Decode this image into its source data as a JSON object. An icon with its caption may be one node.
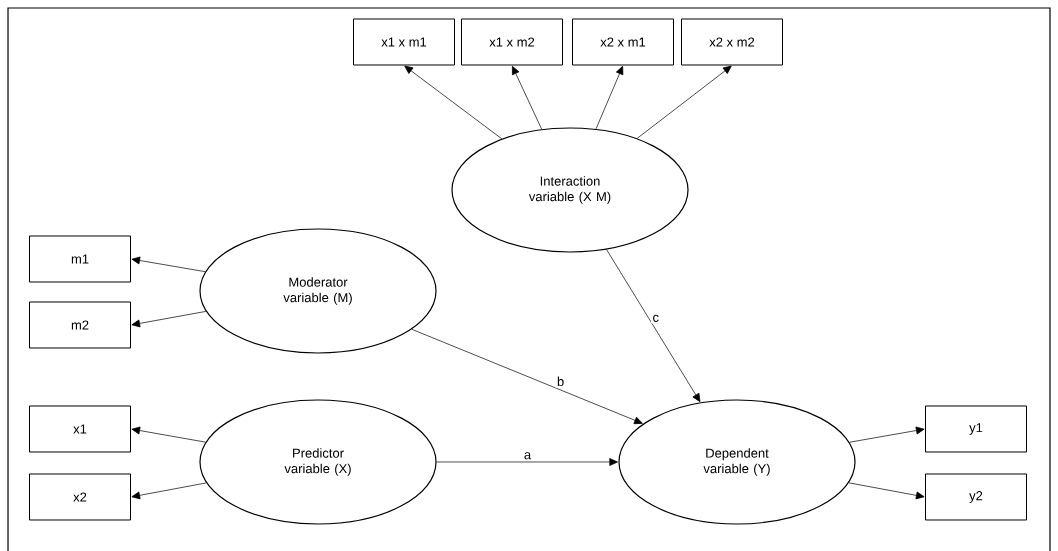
{
  "diagram": {
    "nodes": [
      {
        "text": [
          "x1 x m1"
        ]
      },
      {
        "text": [
          "x1 x m2"
        ]
      },
      {
        "text": [
          "x2 x m1"
        ]
      },
      {
        "text": [
          "x2 x m2"
        ]
      },
      {
        "text": [
          "Interaction variable (X M)"
        ]
      },
      {
        "text": [
          "m1"
        ]
      },
      {
        "text": [
          "Moderator variable (M)"
        ]
      },
      {
        "text": [
          "m2"
        ]
      },
      {
        "text": [
          "x1"
        ]
      },
      {
        "text": [
          "Predictor variable (X)"
        ]
      },
      {
        "text": [
          "x2"
        ]
      },
      {
        "text": [
          "Dependent variable (Y)"
        ]
      },
      {
        "text": [
          "y1"
        ]
      },
      {
        "text": [
          "y2"
        ]
      }
    ],
    "edges": [
      {
        "from": 4,
        "to": 0,
        "arrow": "to"
      },
      {
        "from": 4,
        "to": 1,
        "arrow": "to"
      },
      {
        "from": 4,
        "to": 2,
        "arrow": "to"
      },
      {
        "from": 4,
        "to": 3,
        "arrow": "to"
      },
      {
        "from": 6,
        "to": 5,
        "arrow": "to"
      },
      {
        "from": 6,
        "to": 7,
        "arrow": "to"
      },
      {
        "from": 9,
        "to": 8,
        "arrow": "to"
      },
      {
        "from": 9,
        "to": 10,
        "arrow": "to"
      },
      {
        "from": 11,
        "to": 12,
        "arrow": "to"
      },
      {
        "from": 11,
        "to": 13,
        "arrow": "to"
      },
      {
        "from": 9,
        "to": 11,
        "arrow": "to",
        "label": "a"
      },
      {
        "from": 6,
        "to": 11,
        "arrow": "to",
        "label": "b"
      },
      {
        "from": 4,
        "to": 11,
        "arrow": "to",
        "label": "c"
      }
    ]
  }
}
